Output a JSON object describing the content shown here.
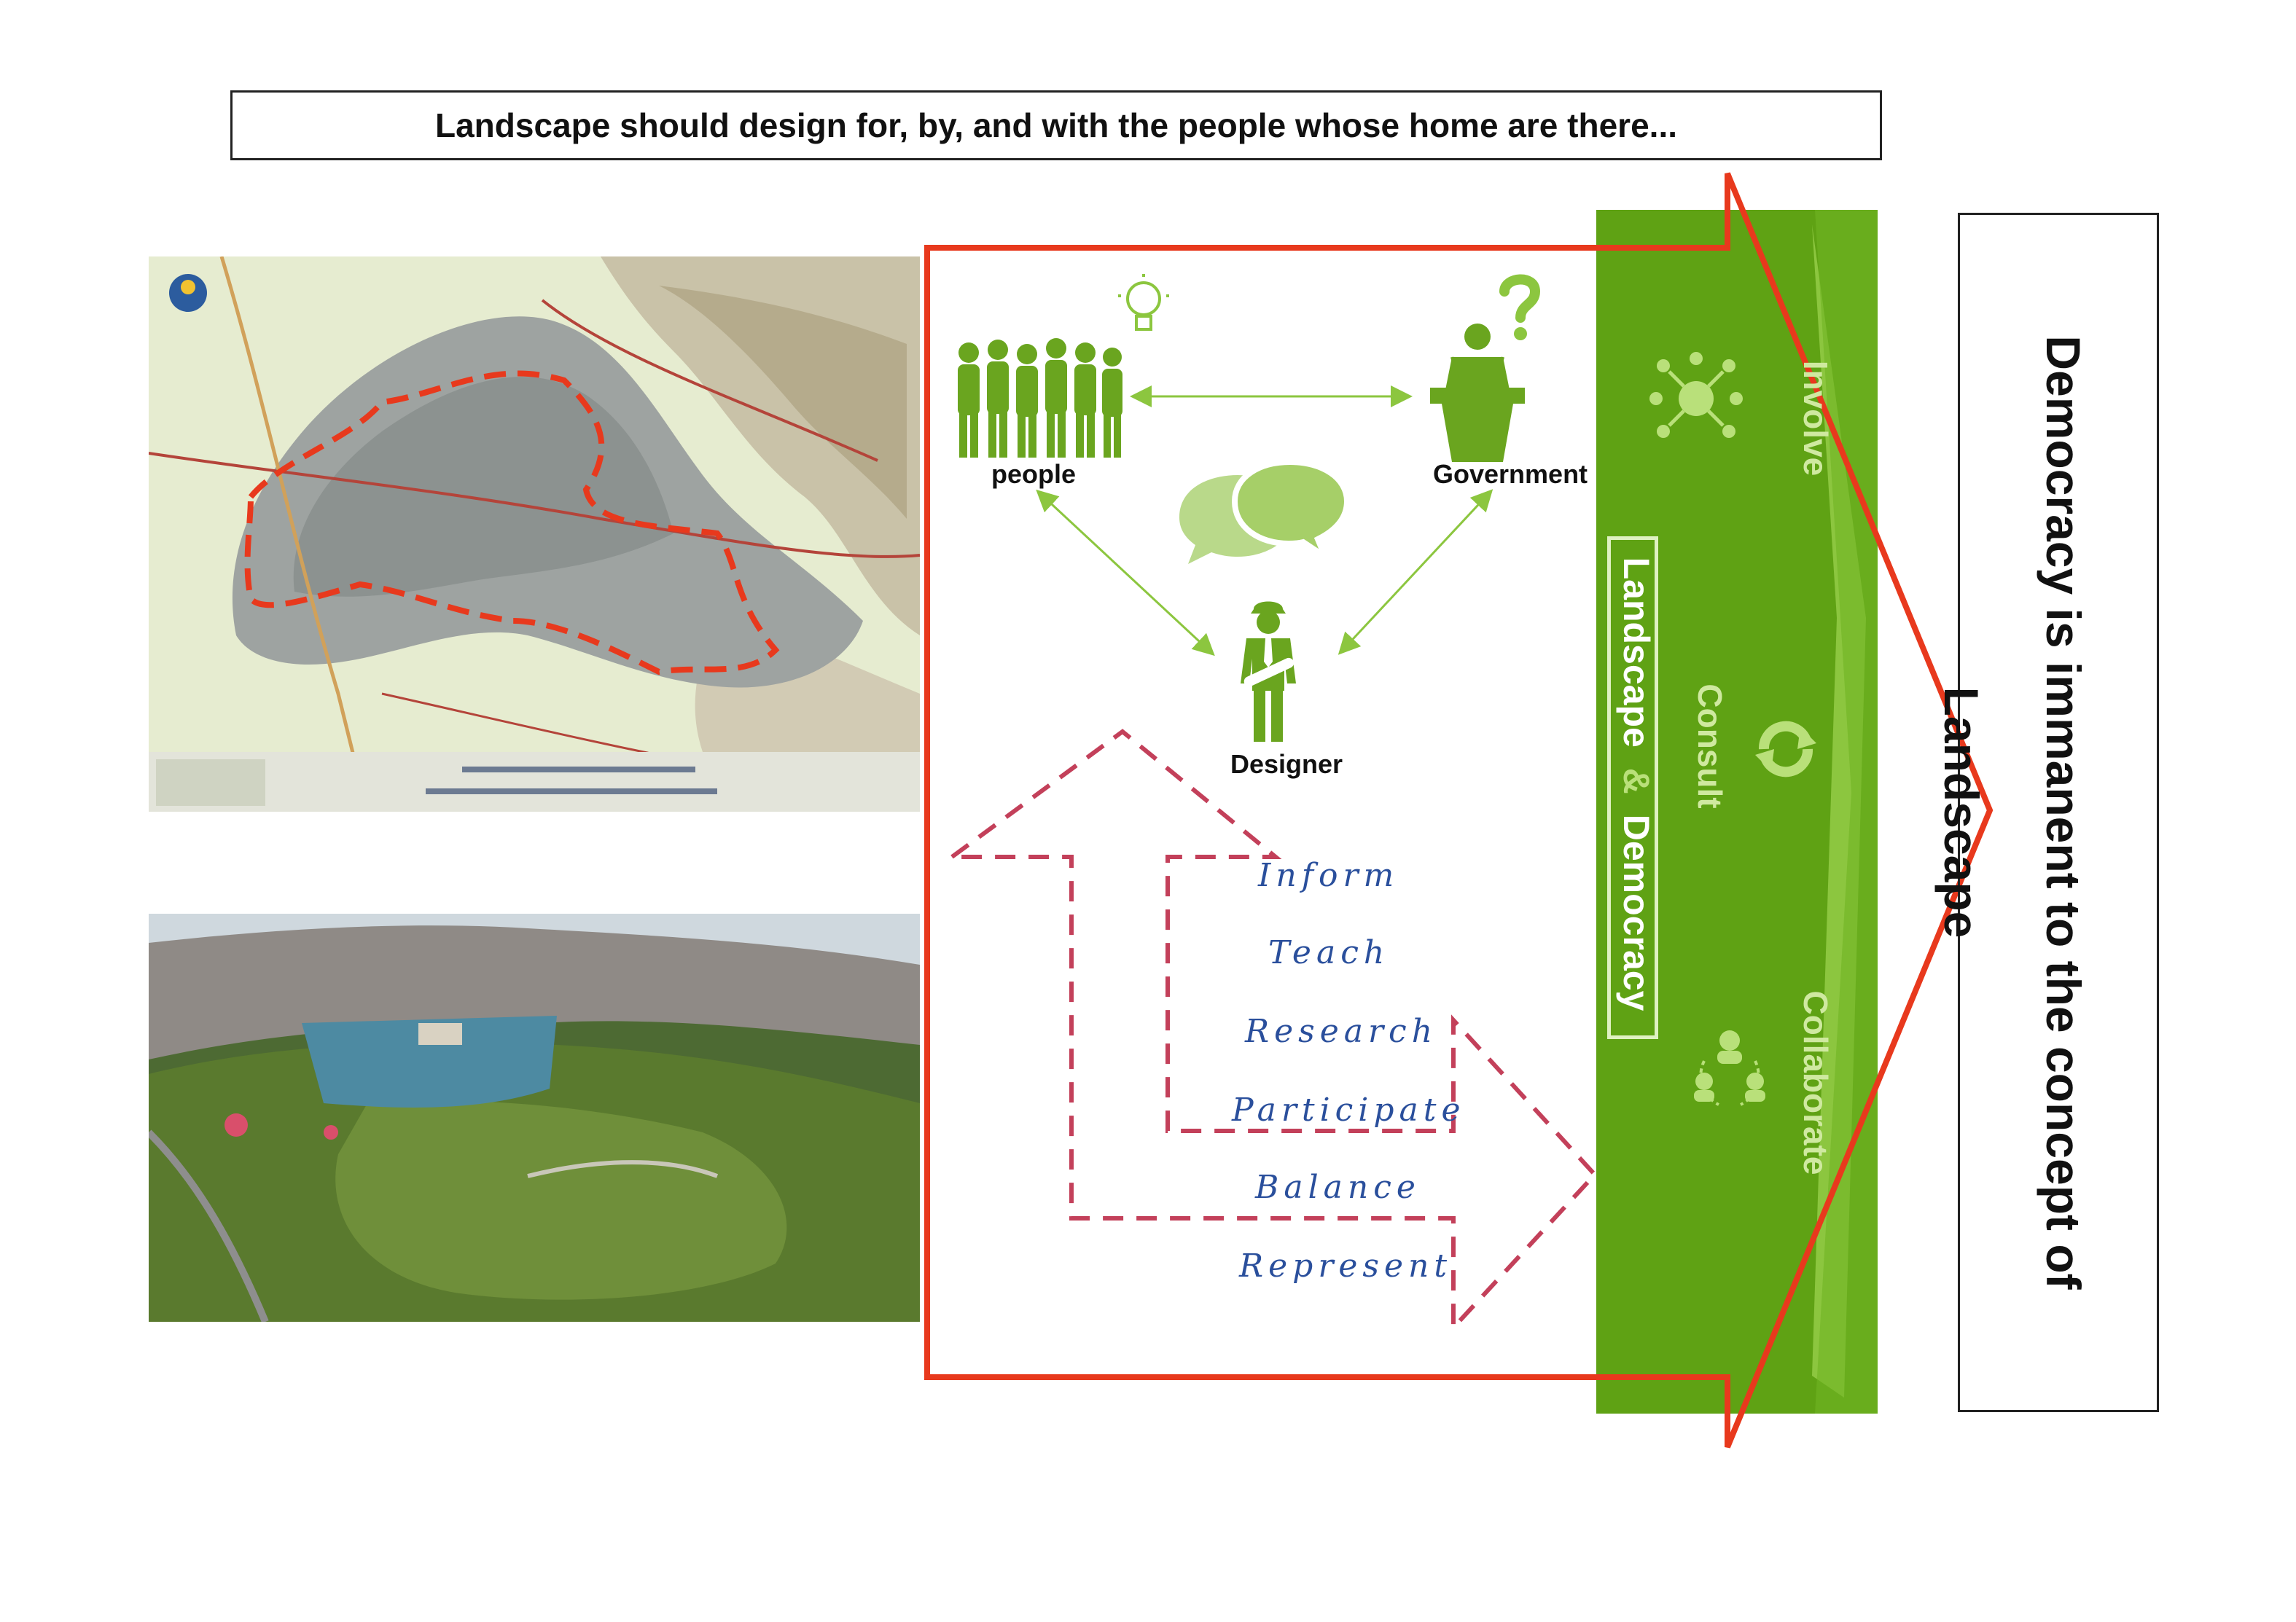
{
  "banner": {
    "text": "Landscape should design for, by, and with the people whose home are there..."
  },
  "right_box": {
    "line1": "Democracy is immanent to the concept of",
    "line2": "Landscape"
  },
  "actors": {
    "people": "people",
    "government": "Government",
    "designer": "Designer"
  },
  "participation_words": [
    "Inform",
    "Teach",
    "Research",
    "Participate",
    "Balance",
    "Represent"
  ],
  "stages": {
    "involve": "Involve",
    "consult": "Consult",
    "collaborate": "Collaborate"
  },
  "vertical_label": {
    "part1": "Landscape",
    "amp": "&",
    "part2": "Democracy"
  },
  "colors": {
    "accent_red": "#e8391d",
    "green_dark": "#5fa214",
    "green_light": "#8cc63f",
    "figure_green": "#6aa51f",
    "dashed_red": "#c3405a",
    "word_blue": "#2a4f9c"
  }
}
